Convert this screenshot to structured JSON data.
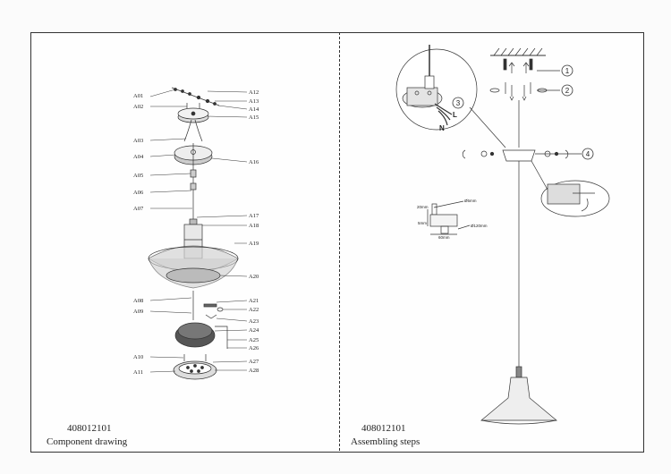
{
  "left_panel": {
    "code": "408012101",
    "title": "Component drawing",
    "labels_left": [
      "A01",
      "A02",
      "A03",
      "A04",
      "A05",
      "A06",
      "A07",
      "A08",
      "A09",
      "A10",
      "A11"
    ],
    "labels_right": [
      "A12",
      "A13",
      "A14",
      "A15",
      "A16",
      "A17",
      "A18",
      "A19",
      "A20",
      "A21",
      "A22",
      "A23",
      "A24",
      "A25",
      "A26",
      "A27",
      "A28"
    ]
  },
  "right_panel": {
    "code": "408012101",
    "title": "Assembling steps",
    "steps": [
      "1",
      "2",
      "3",
      "4"
    ],
    "wire_labels": [
      "L",
      "N"
    ],
    "dimensions": [
      "Ø5mm",
      "20mm",
      "5mm",
      "60mm",
      "Ø120mm"
    ]
  }
}
